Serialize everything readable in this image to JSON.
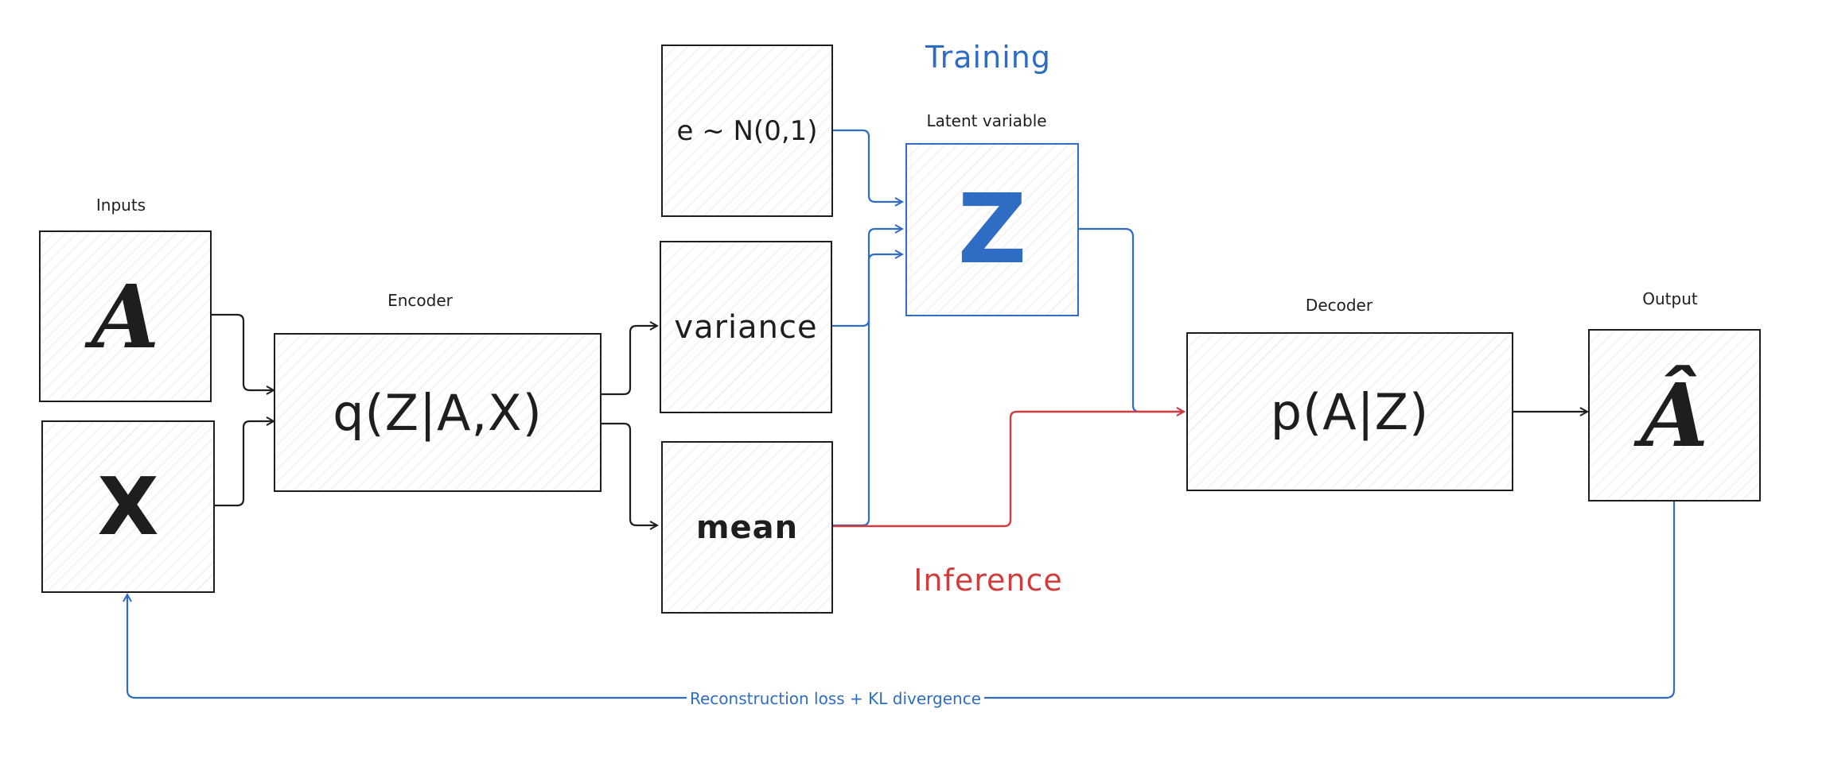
{
  "titles": {
    "training": "Training",
    "inference": "Inference"
  },
  "captions": {
    "inputs": "Inputs",
    "encoder": "Encoder",
    "latent": "Latent variable",
    "decoder": "Decoder",
    "output": "Output"
  },
  "nodes": {
    "input_a": "A",
    "input_x": "X",
    "encoder": "q(Z|A,X)",
    "noise": "e ~ N(0,1)",
    "variance": "variance",
    "mean": "mean",
    "latent": "Z",
    "decoder": "p(A|Z)",
    "output": "Â"
  },
  "loss_label": "Reconstruction loss + KL divergence",
  "colors": {
    "ink": "#1e1e1e",
    "training": "#2f6dc4",
    "inference": "#d13c3c"
  }
}
